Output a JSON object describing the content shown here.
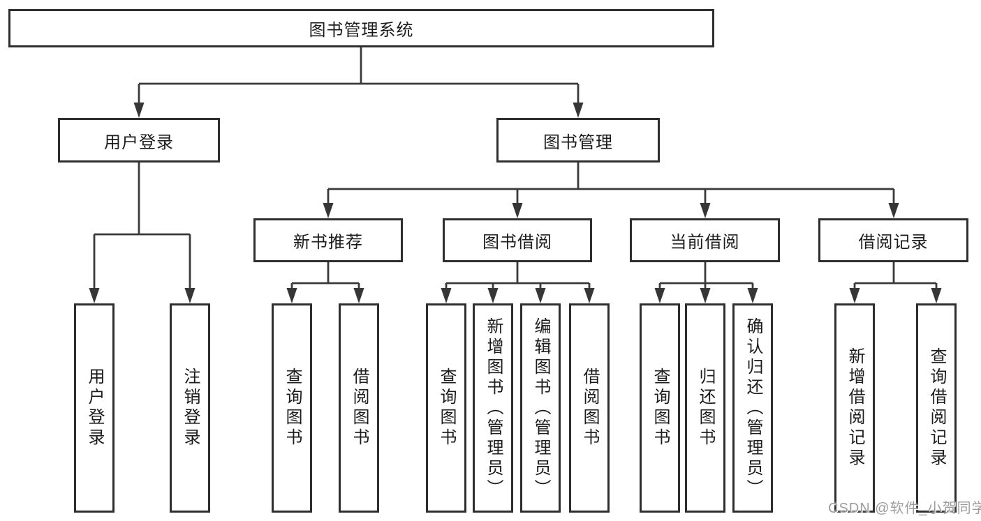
{
  "diagram": {
    "type": "hierarchy",
    "colors": {
      "background": "#ffffff",
      "line": "#3a3a3a",
      "box_border": "#2e2e2e",
      "text": "#1c1c1c",
      "watermark": "#9d9d9d"
    },
    "nodes": {
      "root": {
        "label": "图书管理系统"
      },
      "user_login_branch": {
        "label": "用户登录"
      },
      "book_mgmt_branch": {
        "label": "图书管理"
      },
      "new_book_rec": {
        "label": "新书推荐"
      },
      "book_borrow": {
        "label": "图书借阅"
      },
      "current_borrow": {
        "label": "当前借阅"
      },
      "borrow_records": {
        "label": "借阅记录"
      },
      "leaf_user_login": {
        "label": "用户登录"
      },
      "leaf_logout": {
        "label": "注销登录"
      },
      "rec_query_books": {
        "label": "查询图书"
      },
      "rec_borrow_books": {
        "label": "借阅图书"
      },
      "bb_query_books": {
        "label": "查询图书"
      },
      "bb_add_books": {
        "label": "新增图书（管理员）"
      },
      "bb_edit_books": {
        "label": "编辑图书（管理员）"
      },
      "bb_borrow_books": {
        "label": "借阅图书"
      },
      "cb_query_books": {
        "label": "查询图书"
      },
      "cb_return_books": {
        "label": "归还图书"
      },
      "cb_confirm_return": {
        "label": "确认归还（管理员）"
      },
      "br_add_record": {
        "label": "新增借阅记录"
      },
      "br_query_record": {
        "label": "查询借阅记录"
      }
    },
    "edges": [
      [
        "root",
        "user_login_branch"
      ],
      [
        "root",
        "book_mgmt_branch"
      ],
      [
        "user_login_branch",
        "leaf_user_login"
      ],
      [
        "user_login_branch",
        "leaf_logout"
      ],
      [
        "book_mgmt_branch",
        "new_book_rec"
      ],
      [
        "book_mgmt_branch",
        "book_borrow"
      ],
      [
        "book_mgmt_branch",
        "current_borrow"
      ],
      [
        "book_mgmt_branch",
        "borrow_records"
      ],
      [
        "new_book_rec",
        "rec_query_books"
      ],
      [
        "new_book_rec",
        "rec_borrow_books"
      ],
      [
        "book_borrow",
        "bb_query_books"
      ],
      [
        "book_borrow",
        "bb_add_books"
      ],
      [
        "book_borrow",
        "bb_edit_books"
      ],
      [
        "book_borrow",
        "bb_borrow_books"
      ],
      [
        "current_borrow",
        "cb_query_books"
      ],
      [
        "current_borrow",
        "cb_return_books"
      ],
      [
        "current_borrow",
        "cb_confirm_return"
      ],
      [
        "borrow_records",
        "br_add_record"
      ],
      [
        "borrow_records",
        "br_query_record"
      ]
    ]
  },
  "watermark": {
    "text": "CSDN @软件_小贺同学"
  }
}
